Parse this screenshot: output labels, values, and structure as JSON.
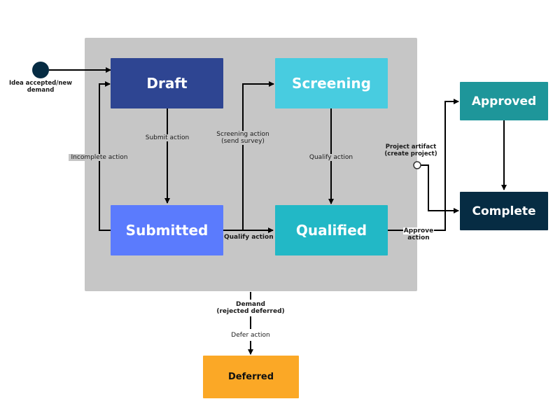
{
  "states": {
    "draft": {
      "label": "Draft",
      "color": "#2e4592"
    },
    "submitted": {
      "label": "Submitted",
      "color": "#5b7bfd"
    },
    "screening": {
      "label": "Screening",
      "color": "#48cce0"
    },
    "qualified": {
      "label": "Qualified",
      "color": "#22b8c6"
    },
    "approved": {
      "label": "Approved",
      "color": "#1e969a"
    },
    "complete": {
      "label": "Complete",
      "color": "#062c43"
    },
    "deferred": {
      "label": "Deferred",
      "color": "#fba826"
    }
  },
  "start": {
    "label_line1": "Idea accepted/new",
    "label_line2": "demand",
    "color": "#062c43"
  },
  "transitions": {
    "submit_action": "Submit action",
    "incomplete_action": "Incomplete action",
    "screening_action_line1": "Screening action",
    "screening_action_line2": "(send survey)",
    "qualify_action_vertical": "Qualify action",
    "qualify_action_horizontal": "Qualify action",
    "approve_line1": "Approve",
    "approve_line2": "action",
    "project_artifact_line1": "Project artifact",
    "project_artifact_line2": "(create project)",
    "demand_line1": "Demand",
    "demand_line2": "(rejected deferred)",
    "defer_action": "Defer action"
  },
  "group_color": "#c6c6c6"
}
